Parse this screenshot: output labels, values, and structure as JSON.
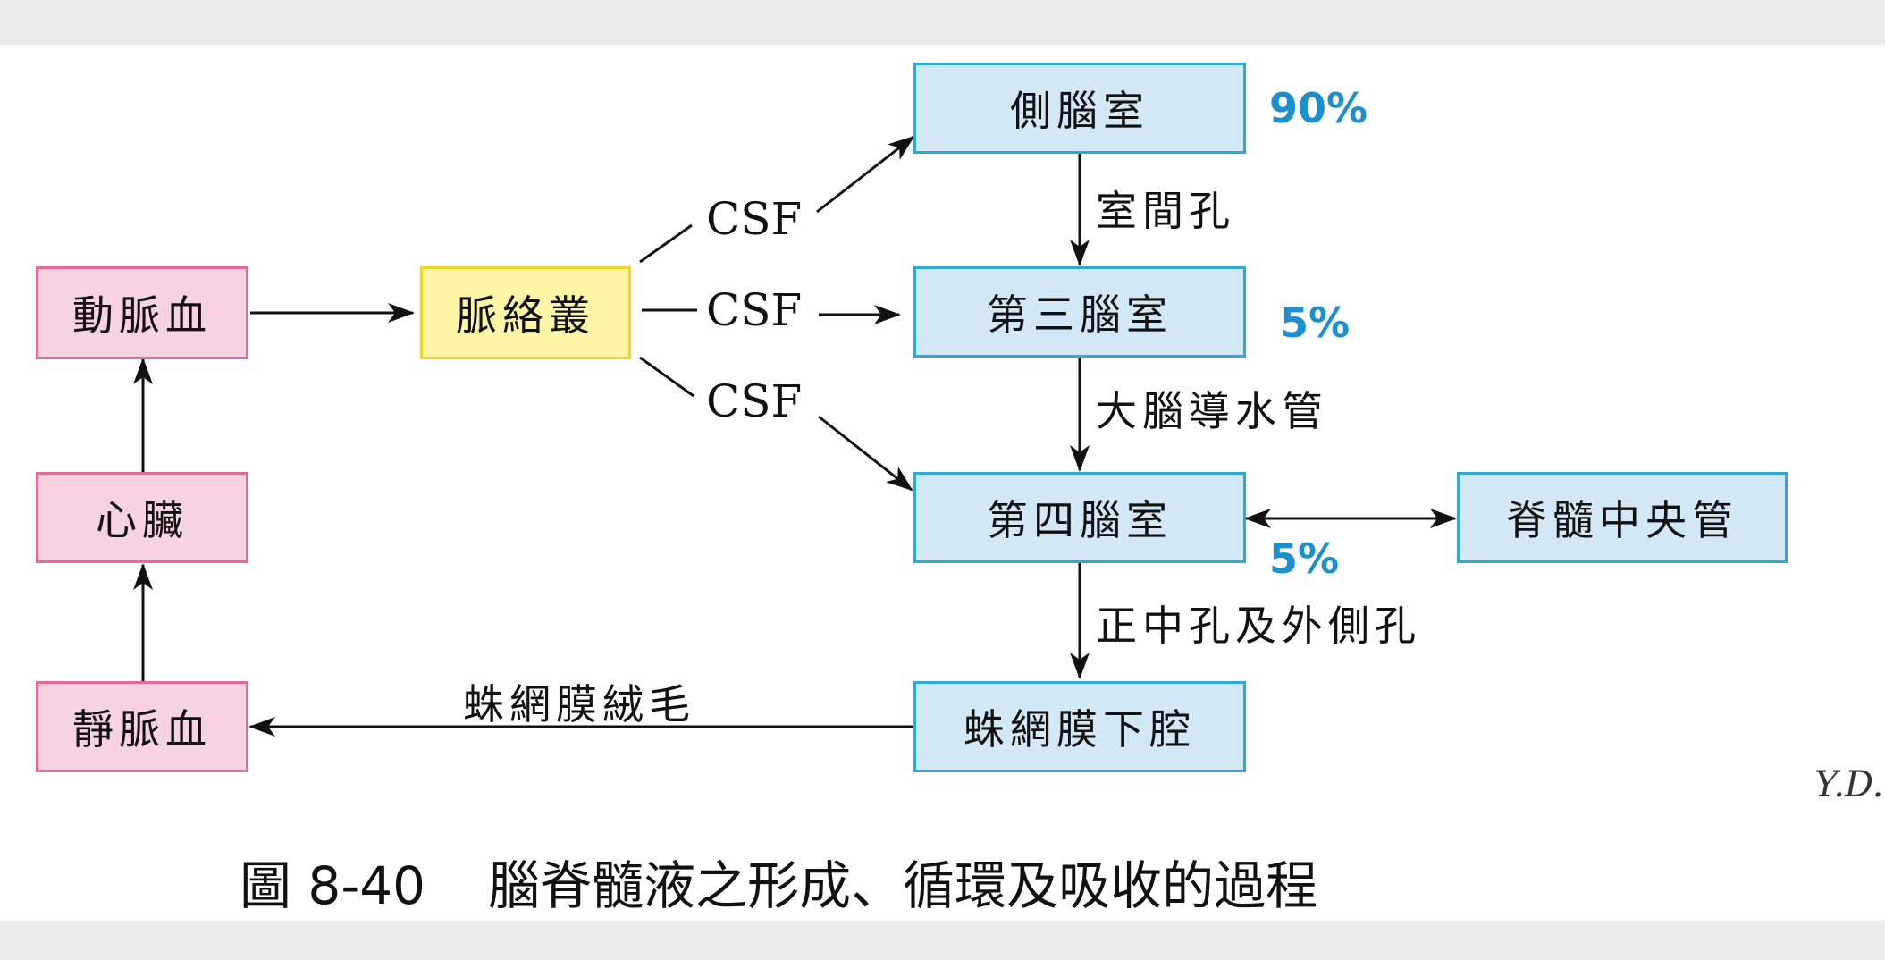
{
  "nodes": {
    "arterial_blood": "動脈血",
    "heart": "心臟",
    "venous_blood": "靜脈血",
    "choroid_plexus": "脈絡叢",
    "lateral_ventricle": "側腦室",
    "third_ventricle": "第三腦室",
    "fourth_ventricle": "第四腦室",
    "central_canal": "脊髓中央管",
    "subarachnoid_space": "蛛網膜下腔"
  },
  "edges": {
    "csf_1": "CSF",
    "csf_2": "CSF",
    "csf_3": "CSF",
    "interventricular_foramen": "室間孔",
    "cerebral_aqueduct": "大腦導水管",
    "median_lateral_apertures": "正中孔及外側孔",
    "arachnoid_villi": "蛛網膜絨毛"
  },
  "percentages": {
    "lateral": "90%",
    "third": "5%",
    "fourth": "5%"
  },
  "caption": {
    "number": "圖 8-40",
    "title": "腦脊髓液之形成、循環及吸收的過程"
  },
  "signature": "Y.D.",
  "colors": {
    "pink_fill": "#f7d3e1",
    "pink_border": "#e56a9c",
    "yellow_fill": "#fef6a6",
    "yellow_border": "#efd22a",
    "blue_fill": "#d2e8f5",
    "blue_border": "#2fa7d8",
    "percent_text": "#1e8fcd"
  }
}
